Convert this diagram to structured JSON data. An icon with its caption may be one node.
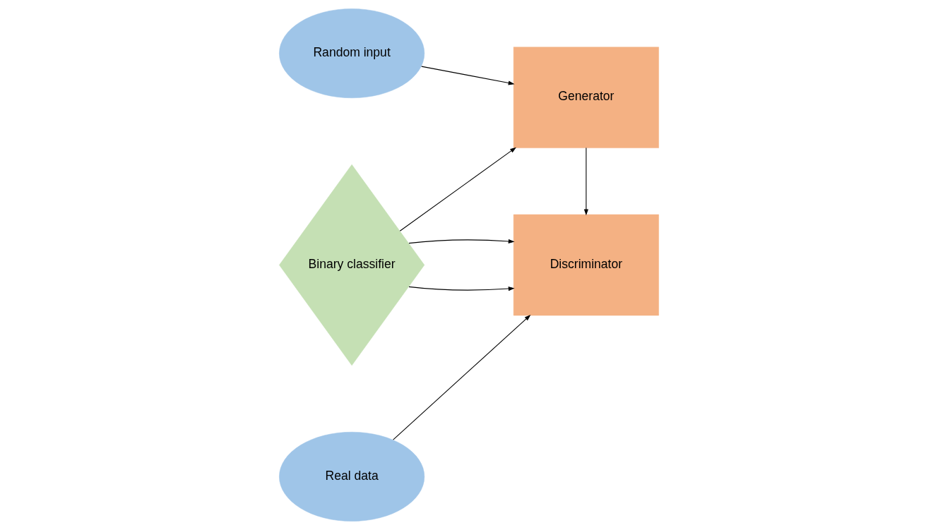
{
  "diagram": {
    "nodes": [
      {
        "text": [
          "Real data"
        ]
      },
      {
        "text": [
          "Discriminator"
        ]
      },
      {
        "text": [
          "Binary classifier"
        ]
      },
      {
        "text": [
          "Random input"
        ]
      },
      {
        "text": [
          "Generator"
        ]
      }
    ],
    "edges": [
      {
        "from": 0,
        "to": 1,
        "arrow": "to"
      },
      {
        "from": 2,
        "to": 1,
        "arrow": "to"
      },
      {
        "from": 4,
        "to": 1,
        "arrow": "to"
      },
      {
        "from": 2,
        "to": 1,
        "arrow": "to"
      },
      {
        "from": 3,
        "to": 4,
        "arrow": "to"
      },
      {
        "from": 2,
        "to": 4,
        "arrow": "to"
      }
    ]
  }
}
